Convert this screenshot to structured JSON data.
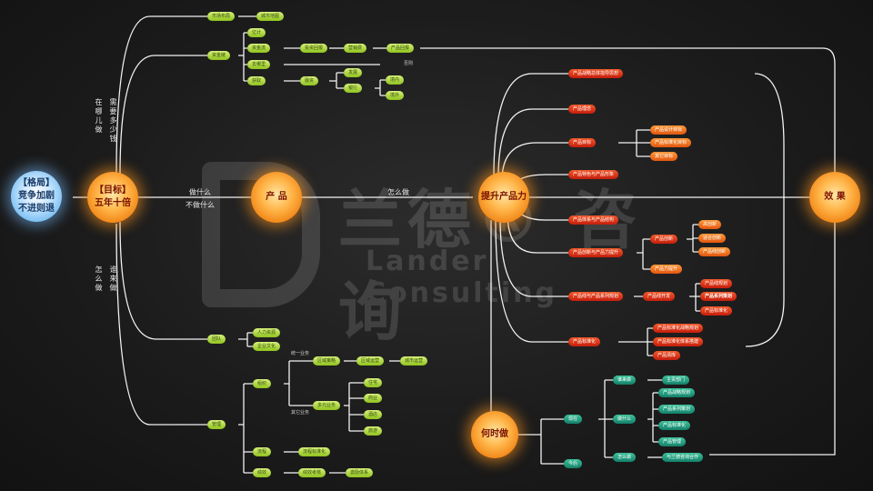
{
  "center": {
    "pattern": "【格局】\n竞争加剧\n不进则退",
    "goal": "【目标】\n五年十倍",
    "product": "产 品",
    "improve": "提升产品力",
    "effect": "效 果",
    "when": "何时做"
  },
  "edges": {
    "zaina": "在哪儿做",
    "duoshao": "需要多少钱",
    "zenme_left": "怎么做",
    "shui": "谁来做",
    "zuoshenme": "做什么",
    "buzuoshenme": "不做什么",
    "zenmezuo": "怎么做"
  },
  "top": {
    "market": "市场布局",
    "city": "城市地图",
    "invest": "资金链",
    "n1": "亿计",
    "n2": "资金流",
    "n3": "投资回报",
    "n4": "营销费",
    "n5": "产品回报",
    "n6": "去哪里",
    "n7": "获取",
    "n8": "融资",
    "n9": "发展",
    "n10": "银行",
    "n11": "境内",
    "n12": "境外",
    "fail": "否则"
  },
  "bottom": {
    "team": "团队",
    "t1": "人力资源",
    "t2": "企业文化",
    "mgmt": "管理",
    "ops": "组织",
    "local": "统一业务",
    "region": "区域策略",
    "r1": "区域运营",
    "r2": "城市运营",
    "other": "其它业务",
    "multi": "多元业务",
    "m1": "住宅",
    "m2": "商业",
    "m3": "酒店",
    "m4": "旅游",
    "p1": "流程",
    "p2": "流程标准化",
    "s1": "绩效",
    "s2": "绩效考核",
    "s3": "激励体系"
  },
  "right": {
    "r1": "产品战略总体指导思想",
    "r2": "产品理念",
    "r3": "产品目标",
    "r3a": "产品设计目标",
    "r3b": "产品标准化目标",
    "r3c": "其它目标",
    "r4": "产品特色与产品形象",
    "r5": "产品体系与产品结构",
    "r6": "产品创新与产品力提升",
    "r6a": "产品创新",
    "r6a1": "高创新",
    "r6a2": "适合创新",
    "r6a3": "产品线创新",
    "r6b": "产品力提升",
    "r7": "产品线与产品系列规划",
    "r7a": "产品线开发",
    "r7a1": "产品线规划",
    "r7a2": "产品系列策划",
    "r7a3": "产品标准化",
    "r8": "产品标准化",
    "r8a": "产品标准化战略规划",
    "r8b": "产品标准化体系搭建",
    "r8c": "产品清库"
  },
  "timing": {
    "now": "现在",
    "t1": "谁来做",
    "t1a": "主责部门",
    "t2": "做什么",
    "t2a": "产品战略规划",
    "t2b": "产品系列策划",
    "t2c": "产品标准化",
    "t2d": "产品管理",
    "t3": "怎么做",
    "t3a": "与兰德咨询合作",
    "later": "今后"
  },
  "watermark": {
    "cn": "兰德® 咨询",
    "en": "Lander Consulting"
  }
}
